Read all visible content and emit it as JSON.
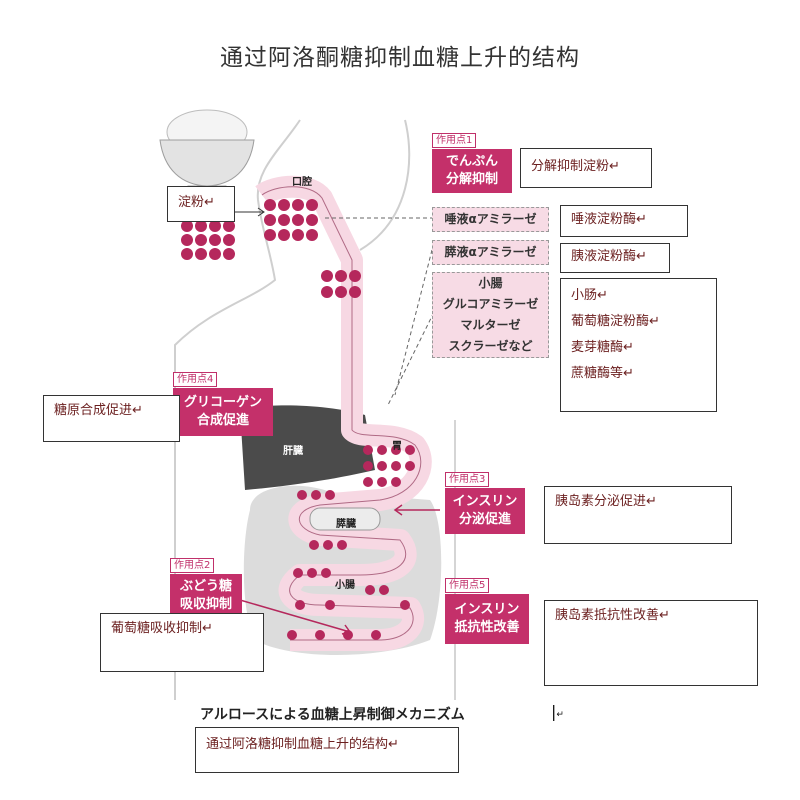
{
  "title": "通过阿洛酮糖抑制血糖上升的结构",
  "organs": {
    "mouth": "口腔",
    "liver": "肝臓",
    "stomach": "胃",
    "pancreas": "膵臓",
    "small_intestine": "小腸"
  },
  "action_points": {
    "p1": {
      "tag": "作用点1",
      "lines": [
        "でんぷん",
        "分解抑制"
      ]
    },
    "p2": {
      "tag": "作用点2",
      "lines": [
        "ぶどう糖",
        "吸収抑制"
      ]
    },
    "p3": {
      "tag": "作用点3",
      "lines": [
        "インスリン",
        "分泌促進"
      ]
    },
    "p4": {
      "tag": "作用点4",
      "lines": [
        "グリコーゲン",
        "合成促進"
      ]
    },
    "p5": {
      "tag": "作用点5",
      "lines": [
        "インスリン",
        "抵抗性改善"
      ]
    }
  },
  "enzymes": {
    "saliva": "唾液αアミラーゼ",
    "pancreatic": "膵液αアミラーゼ",
    "intestine": [
      "小腸",
      "グルコアミラーゼ",
      "マルターゼ",
      "スクラーゼなど"
    ]
  },
  "notes": {
    "starch_decomp": "分解抑制淀粉",
    "starch": "淀粉",
    "saliva_enzyme": "唾液淀粉酶",
    "pancreatic_enzyme": "胰液淀粉酶",
    "intestine_enzymes": [
      "小肠",
      "葡萄糖淀粉酶",
      "麦芽糖酶",
      "蔗糖酶等"
    ],
    "glycogen": "糖原合成促进",
    "insulin_secretion": "胰岛素分泌促进",
    "glucose_absorption": "葡萄糖吸收抑制",
    "insulin_resistance": "胰岛素抵抗性改善"
  },
  "caption_jp": "アルロースによる血糖上昇制御メカニズム",
  "caption_cn": "通过阿洛糖抑制血糖上升的结构",
  "return_mark": "↵",
  "cursor_char": "|",
  "colors": {
    "accent": "#c4306a",
    "tract": "#f7d8e3",
    "dots": "#b5285c",
    "liver": "#4b4b4b"
  }
}
